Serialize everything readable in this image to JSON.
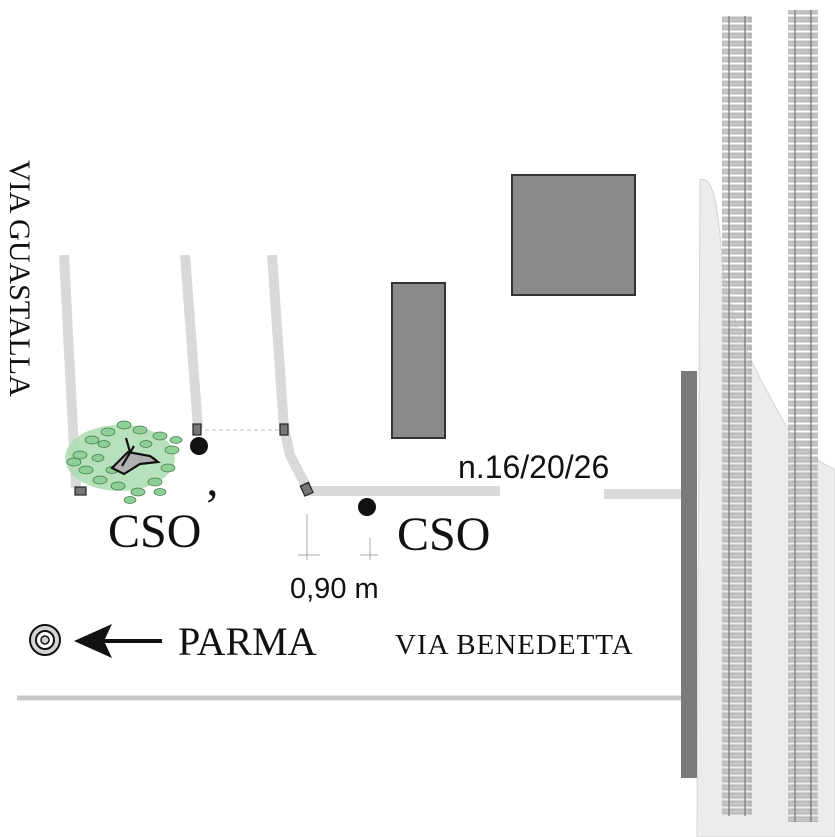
{
  "labels": {
    "street_vertical": "VIA GUASTALLA",
    "house_numbers": "n.16/20/26",
    "cso": "CSO",
    "cso_prime": "CSO",
    "cso_prime_mark": "’",
    "distance": "0,90 m",
    "direction_city": "PARMA",
    "street_horizontal": "VIA BENEDETTA"
  },
  "icons": {
    "target": "target-icon",
    "arrow": "arrow-left-icon",
    "vegetation": "shrub-icon",
    "railway": "railway-track-icon"
  },
  "colors": {
    "building": "#8a8a8a",
    "road": "#d9d9d9",
    "vegetation": "#8fcf97",
    "rail_tie": "#bfbfbf",
    "embankment": "#ebebeb",
    "wall": "#7a7a7a"
  }
}
